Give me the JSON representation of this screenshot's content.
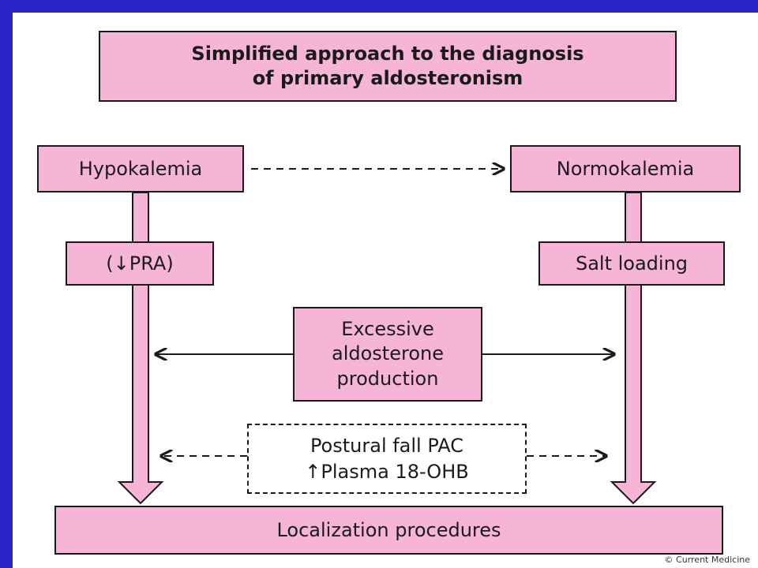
{
  "diagram": {
    "title": "Simplified approach to the diagnosis\nof primary aldosteronism",
    "nodes": {
      "hypokalemia": "Hypokalemia",
      "normokalemia": "Normokalemia",
      "pra": "(↓PRA)",
      "salt_loading": "Salt loading",
      "excessive": "Excessive\naldosterone\nproduction",
      "postural": "Postural fall PAC\n↑Plasma 18-OHB",
      "localization": "Localization procedures"
    },
    "edges": [
      {
        "from": "Hypokalemia",
        "to": "Normokalemia",
        "style": "dashed"
      },
      {
        "from": "Hypokalemia",
        "to": "Localization procedures",
        "style": "solid-wide"
      },
      {
        "from": "Normokalemia",
        "to": "Localization procedures",
        "style": "solid-wide"
      },
      {
        "from": "Excessive aldosterone production",
        "to": "both",
        "style": "solid"
      },
      {
        "from": "Postural fall PAC",
        "to": "both",
        "style": "dashed"
      }
    ],
    "copyright": "© Current Medicine"
  },
  "colors": {
    "background": "#2a24c8",
    "box_fill": "#f6b4d6",
    "border": "#1a1a1a"
  }
}
